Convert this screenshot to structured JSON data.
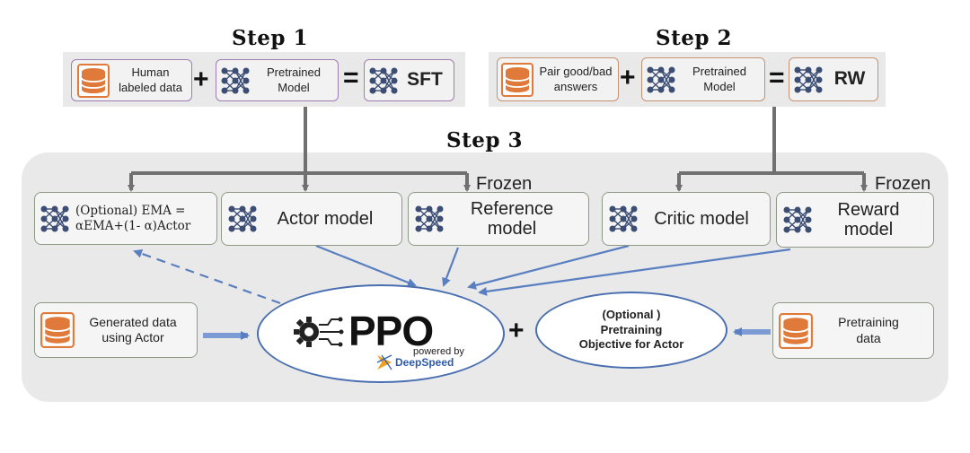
{
  "step1": {
    "title": "Step 1",
    "data_label": [
      "Human",
      "labeled data"
    ],
    "model_label": [
      "Pretrained",
      "Model"
    ],
    "result_label": "SFT",
    "plus": "+",
    "equals": "="
  },
  "step2": {
    "title": "Step 2",
    "data_label": [
      "Pair good/bad",
      "answers"
    ],
    "model_label": [
      "Pretrained",
      "Model"
    ],
    "result_label": "RW",
    "plus": "+",
    "equals": "="
  },
  "step3": {
    "title": "Step 3",
    "frozen_left": "Frozen",
    "frozen_right": "Frozen",
    "ema_label": [
      "(Optional) EMA =",
      "αEMA+(1- α)Actor"
    ],
    "actor_label": "Actor model",
    "reference_label": [
      "Reference",
      "model"
    ],
    "critic_label": "Critic model",
    "reward_label": [
      "Reward",
      "model"
    ],
    "generated_label": [
      "Generated data",
      "using Actor"
    ],
    "ppo_label": "PPO",
    "powered_by": "powered by",
    "deepspeed": "DeepSpeed",
    "plus": "+",
    "pretraining_obj_label": [
      "(Optional )",
      "Pretraining",
      "Objective for Actor"
    ],
    "pretraining_data_label": [
      "Pretraining",
      "data"
    ]
  },
  "colors": {
    "panel": "#e9e9ea",
    "arrow_gray": "#707070",
    "arrow_blue": "#5a7fc0",
    "purple_border": "#9b7fb2",
    "orange_border": "#c79270",
    "green_border": "#8f9a86",
    "database": "#e07a3a",
    "network": "#3c4e74"
  }
}
